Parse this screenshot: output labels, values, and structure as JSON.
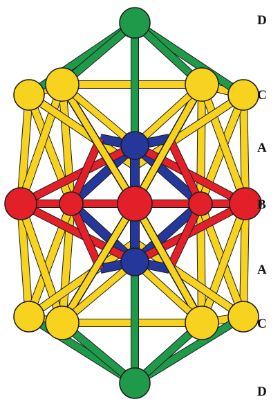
{
  "colors": {
    "green": "#1f9a4b",
    "yellow": "#f7d21f",
    "red": "#e3202a",
    "blue": "#25379a",
    "outline": "#1a1a1a",
    "text": "#111111"
  },
  "labels": [
    "D",
    "C",
    "A",
    "B",
    "A",
    "C",
    "D"
  ]
}
